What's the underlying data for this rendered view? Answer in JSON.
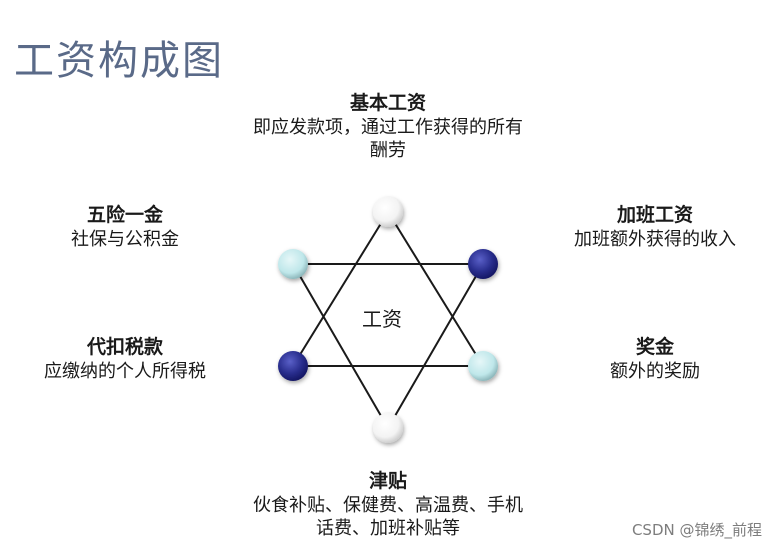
{
  "title": "工资构成图",
  "center_label": "工资",
  "blocks": {
    "base": {
      "head": "基本工资",
      "desc": [
        "即应发款项，通过工作获得的所有",
        "酬劳"
      ]
    },
    "five": {
      "head": "五险一金",
      "desc": [
        "社保与公积金"
      ]
    },
    "overtime": {
      "head": "加班工资",
      "desc": [
        "加班额外获得的收入"
      ]
    },
    "tax": {
      "head": "代扣税款",
      "desc": [
        "应缴纳的个人所得税"
      ]
    },
    "bonus": {
      "head": "奖金",
      "desc": [
        "额外的奖励"
      ]
    },
    "allowance": {
      "head": "津贴",
      "desc": [
        "伙食补贴、保健费、高温费、手机",
        "话费、加班补贴等"
      ]
    }
  },
  "colors": {
    "node_white": "#ffffff",
    "node_light": "#bfe7ea",
    "node_dark": "#2a2f8f",
    "line": "#1a1a1a"
  },
  "watermark": "CSDN @锦绣_前程"
}
